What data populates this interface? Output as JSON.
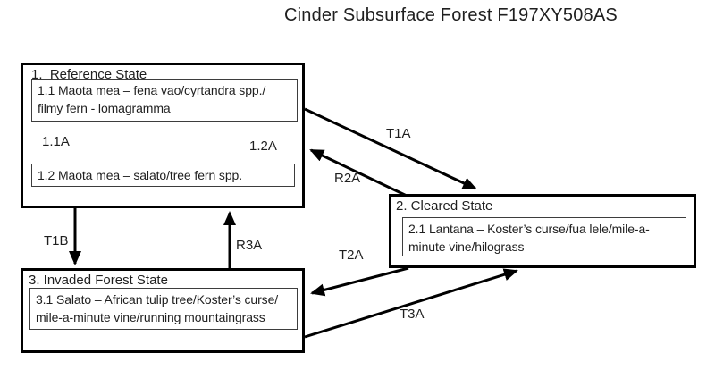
{
  "title": "Cinder Subsurface Forest F197XY508AS",
  "colors": {
    "ink": "#000000",
    "text": "#1f1f1f",
    "background": "#ffffff"
  },
  "states": {
    "reference": {
      "heading": "1.  Reference State",
      "communities": {
        "c11": {
          "lines": [
            "1.1 Maota mea – fena vao/cyrtandra spp./",
            "filmy fern - lomagramma"
          ]
        },
        "c12": {
          "lines": [
            "1.2 Maota mea – salato/tree fern spp."
          ]
        }
      },
      "pathways": {
        "p11a": "1.1A",
        "p12a": "1.2A"
      }
    },
    "cleared": {
      "heading": "2. Cleared State",
      "communities": {
        "c21": {
          "lines": [
            "2.1 Lantana – Koster’s curse/fua lele/mile-a-",
            "minute vine/hilograss"
          ]
        }
      }
    },
    "invaded": {
      "heading": "3. Invaded Forest State",
      "communities": {
        "c31": {
          "lines": [
            "3.1 Salato – African tulip tree/Koster’s curse/",
            "mile-a-minute vine/running mountaingrass"
          ]
        }
      }
    }
  },
  "transitions": {
    "t1a": "T1A",
    "r2a": "R2A",
    "t1b": "T1B",
    "r3a": "R3A",
    "t2a": "T2A",
    "t3a": "T3A"
  }
}
